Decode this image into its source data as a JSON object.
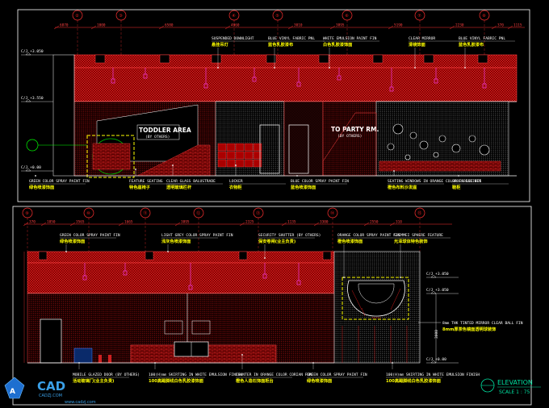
{
  "top_elevation": {
    "grid_labels": [
      "②",
      "③",
      "④",
      "⑤",
      "⑥",
      "⑦",
      "⑧"
    ],
    "dimensions": [
      "6870",
      "1000",
      "6580",
      "4960",
      "3010",
      "3895",
      "5190",
      "2230",
      "370",
      "1115"
    ],
    "levels": [
      "C/J +3.050",
      "C/J +3.550",
      "C/J +0.00"
    ],
    "callouts_top": [
      {
        "en": "SUSPENDED DOWNLIGHT",
        "zh": "悬挂吊灯"
      },
      {
        "en": "BLUE VINYL FABRIC PNL",
        "zh": "蓝色乳胶漆布"
      },
      {
        "en": "WHITE EMULSION PAINT FIN",
        "zh": "白色乳胶漆饰面"
      },
      {
        "en": "CLEAR MIRROR",
        "zh": "清镜饰面"
      },
      {
        "en": "BLUE VINYL FABRIC PNL",
        "zh": "蓝色乳胶漆布"
      }
    ],
    "area_labels": [
      {
        "title": "TODDLER AREA",
        "sub": "(BY OTHERS)"
      },
      {
        "title": "TO PARTY RM.",
        "sub": "(BY OTHERS)"
      }
    ],
    "callouts_bottom": [
      {
        "en": "GREEN COLOR SPRAY PAINT FIN",
        "zh": "绿色喷漆饰面"
      },
      {
        "en": "FEATURE SEATING",
        "zh": "特色座椅子"
      },
      {
        "en": "CLEAR GLASS BALUSTRADE",
        "zh": "透明玻璃栏杆"
      },
      {
        "en": "LOCKER",
        "zh": "衣物柜"
      },
      {
        "en": "BLUE COLOR SPRAY PAINT FIN",
        "zh": "蓝色喷漆饰面"
      },
      {
        "en": "SEATING WINDOWS IN ORANGE COLOR FABRIC FIN",
        "zh": "橙色布料沙发座"
      },
      {
        "en": "SHOES CABINET",
        "zh": "鞋柜"
      }
    ]
  },
  "bottom_elevation": {
    "grid_labels": [
      "⑨",
      "⑩",
      "⑪",
      "⑫",
      "⑬",
      "⑭",
      "⑮"
    ],
    "dimensions": [
      "370",
      "1050",
      "3565",
      "1665",
      "3895",
      "2325",
      "1135",
      "3300",
      "2550",
      "310"
    ],
    "levels": [
      "C/J +3.050",
      "C/J +3.050",
      "C/J +0.00",
      "2800",
      "3000"
    ],
    "callouts_top": [
      {
        "en": "GREEN COLOR SPRAY PAINT FIN",
        "zh": "绿色喷漆饰面"
      },
      {
        "en": "LIGHT GREY COLOR SPRAY PAINT FIN",
        "zh": "浅灰色喷漆饰面"
      },
      {
        "en": "SECURITY SHUTTER (BY OTHERS)",
        "zh": "保安卷闸(业主负责)"
      },
      {
        "en": "ORANGE COLOR SPRAY PAINT FIN",
        "zh": "橙色喷漆饰面"
      },
      {
        "en": "SHIMMEI SPHERE FEATURE",
        "zh": "光泽球体特色装饰"
      }
    ],
    "side_note": {
      "en": "8mm THK TINTED MIRROR CLEAR BALL FIN",
      "zh": "8mm厚茶色镜面透明球装饰"
    },
    "callouts_bottom": [
      {
        "en": "MOBILE GLAZED DOOR (BY OTHERS)",
        "zh": "活动玻璃门(业主负责)"
      },
      {
        "en": "100(H)mm SKIRTING IN WHITE EMULSION FINISH",
        "zh": "100高踢脚线白色乳胶漆饰面"
      },
      {
        "en": "COUNTER IN ORANGE COLOR CORIAN FIN",
        "zh": "橙色人造石饰面柜台"
      },
      {
        "en": "GREEN COLOR SPRAY PAINT FIN",
        "zh": "绿色喷漆饰面"
      },
      {
        "en": "100(H)mm SKIRTING IN WHITE EMULSION FINISH",
        "zh": "100高踢脚线白色乳胶漆饰面"
      }
    ]
  },
  "title_block": {
    "title": "ELEVATION",
    "scale": "SCALE 1 : 75"
  },
  "watermark": {
    "brand": "CAD",
    "sub": "CADZJ.COM",
    "url": "www.cadzj.com"
  }
}
